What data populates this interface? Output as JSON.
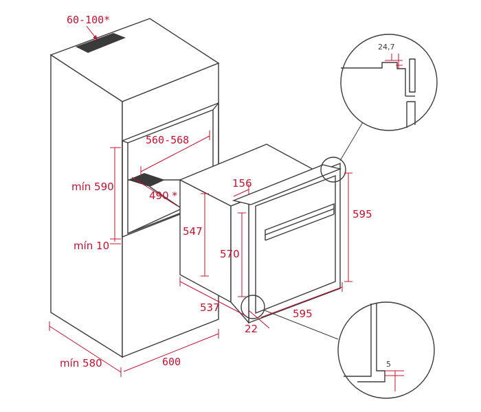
{
  "labels": {
    "ventilation": "60-100*",
    "niche_width": "560-568",
    "niche_height": "mín 590",
    "opening": "490 *",
    "bottom_gap": "mín 10",
    "cabinet_depth": "mín 580",
    "cabinet_width": "600",
    "oven_top_depth": "156",
    "oven_body_height": "547",
    "oven_front_height": "570",
    "oven_height": "595",
    "oven_depth": "537",
    "oven_width": "595",
    "front_offset": "22",
    "detail_top": "24,7",
    "detail_bottom": "5"
  },
  "colors": {
    "dimension": "#c8102e",
    "line": "#3a3a3a"
  }
}
